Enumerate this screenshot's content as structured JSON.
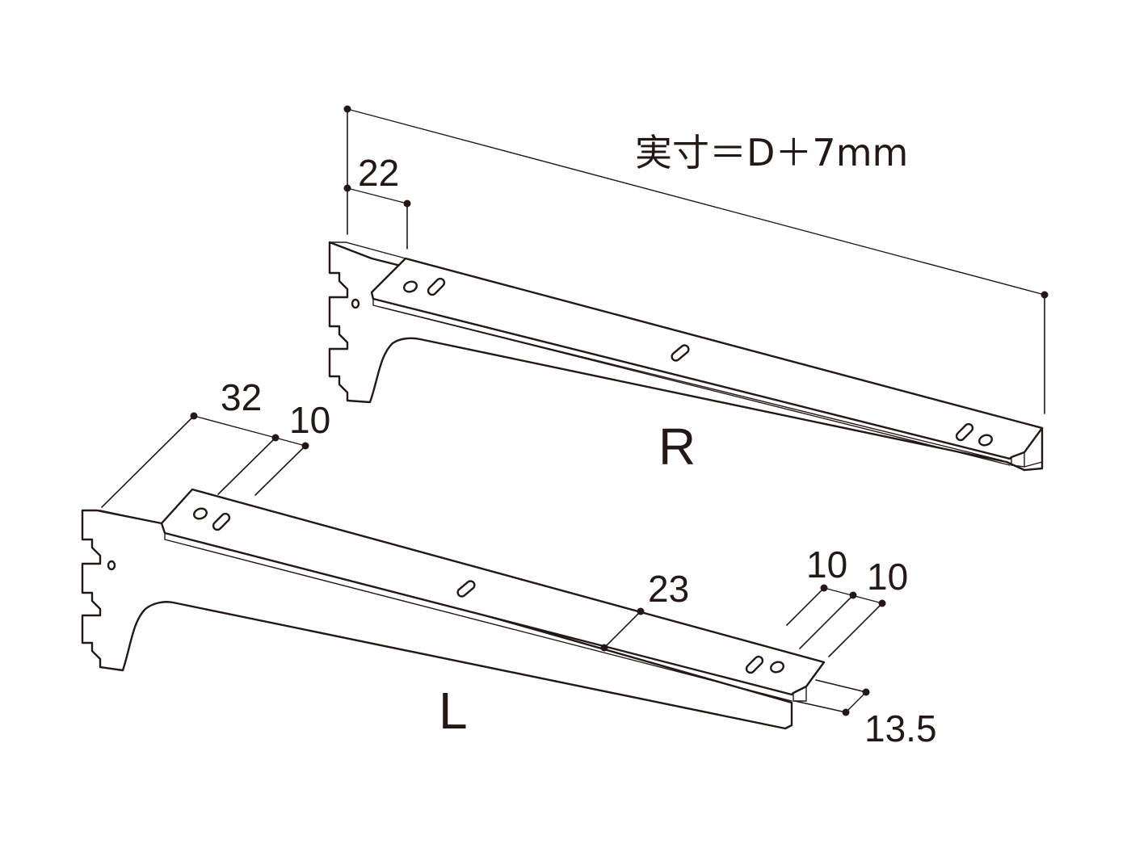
{
  "annotation": {
    "actual_size": "実寸＝D＋7mm"
  },
  "dimensions": {
    "r_hook_width": "22",
    "l_hook_width": "32",
    "l_gap": "10",
    "l_middle_hole": "23",
    "l_end_gap_1": "10",
    "l_end_gap_2": "10",
    "l_end_lip": "13.5"
  },
  "parts": {
    "right": "R",
    "left": "L"
  },
  "colors": {
    "ink": "#231815",
    "fill": "#ffffff"
  }
}
